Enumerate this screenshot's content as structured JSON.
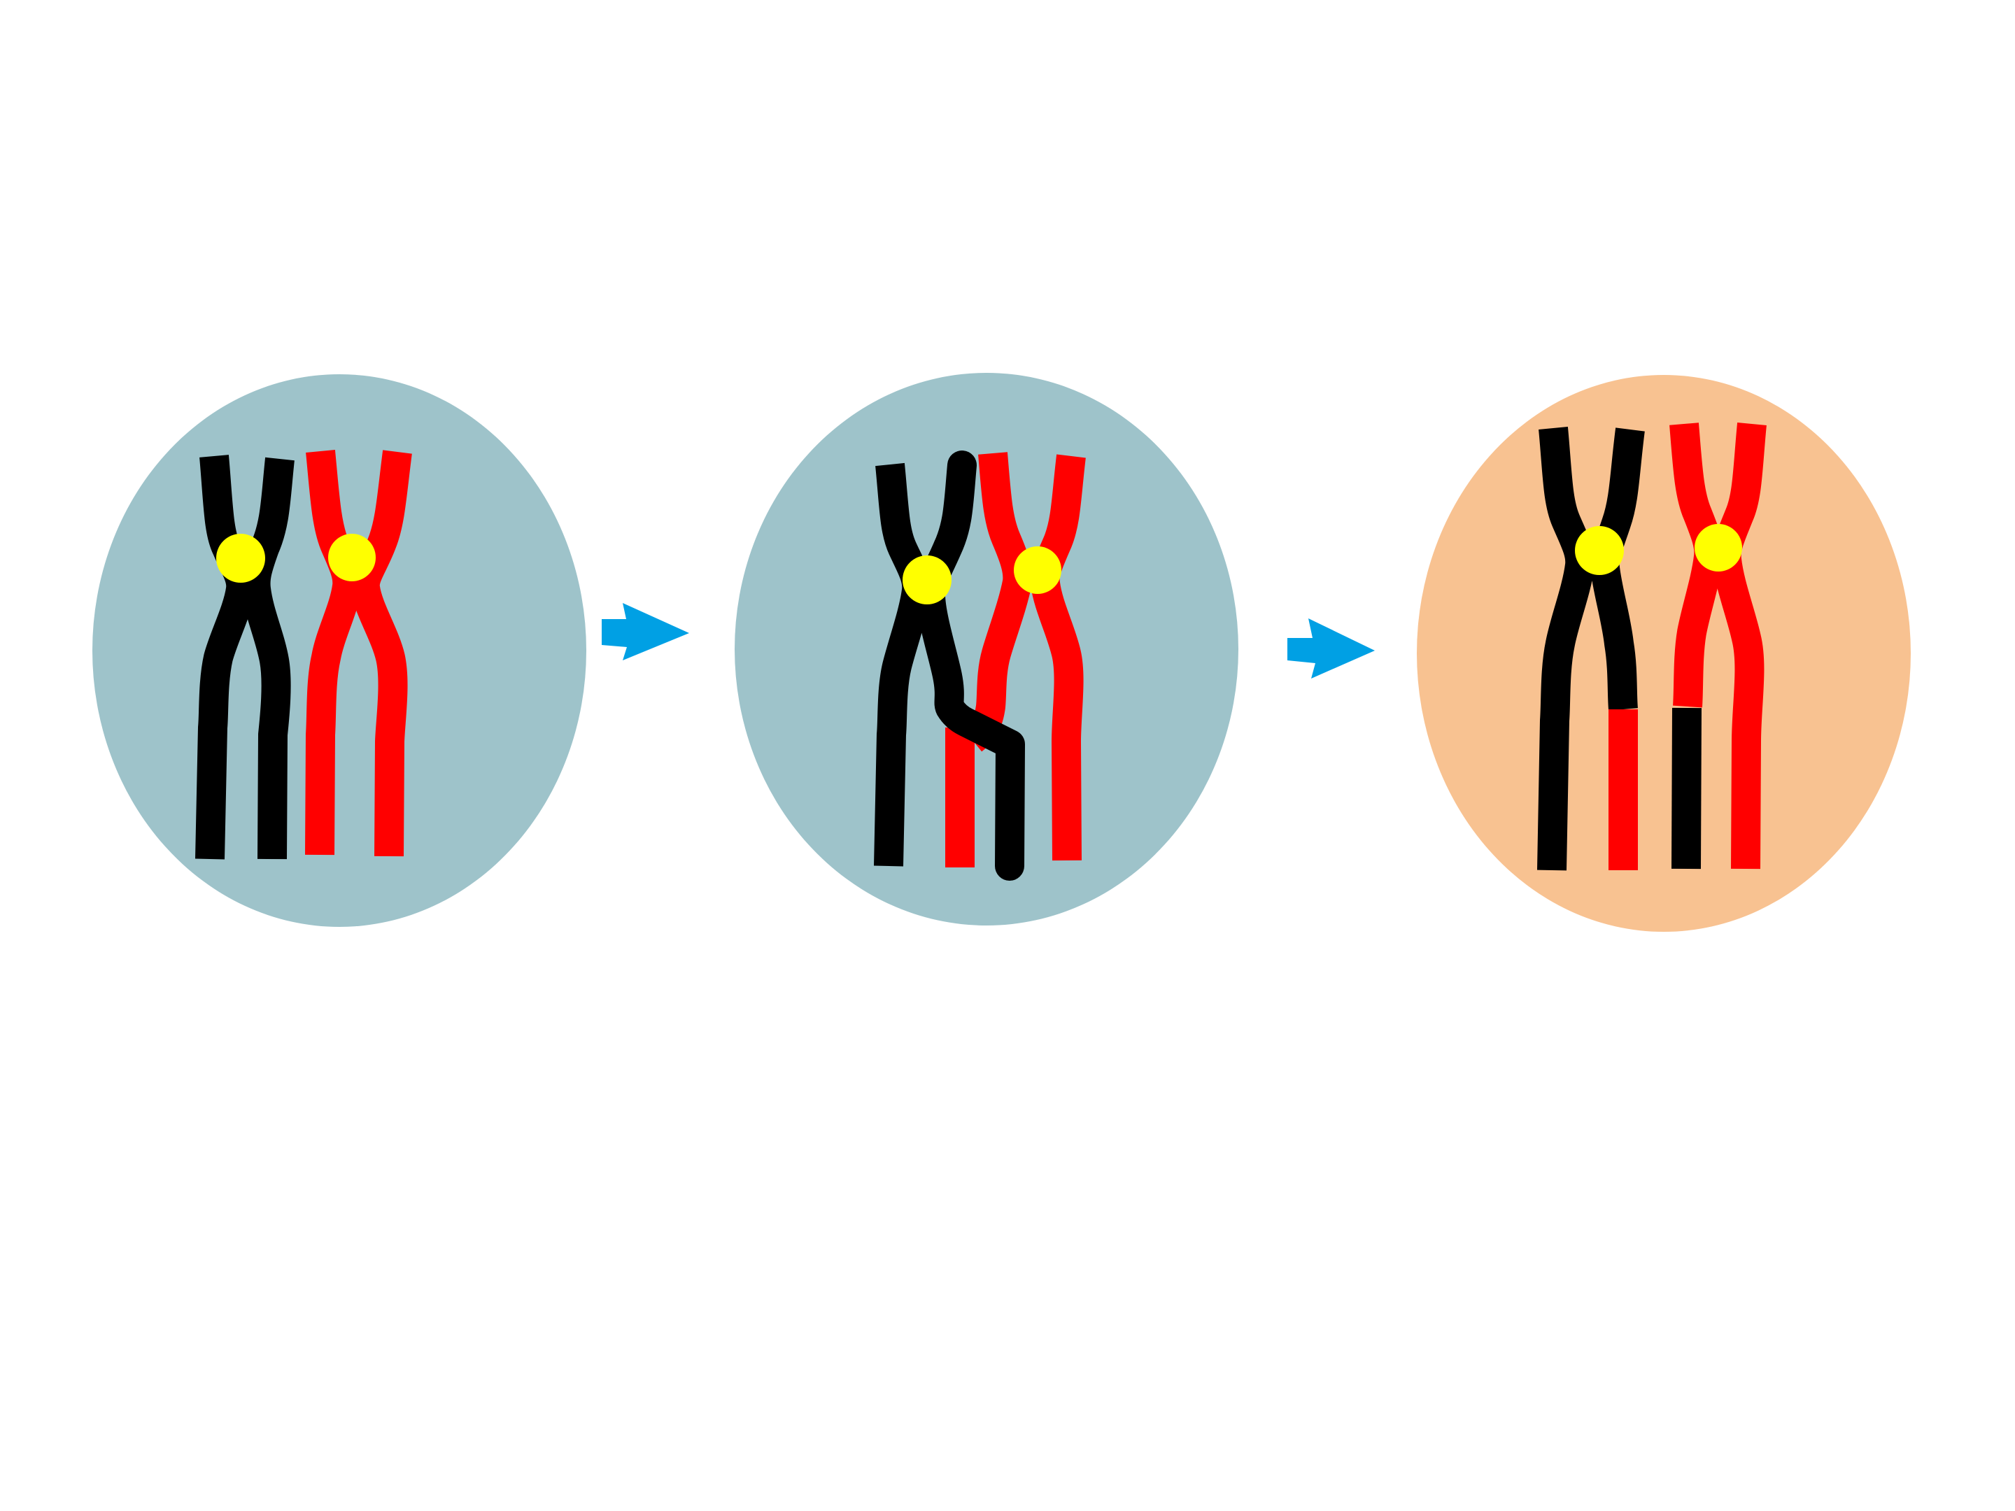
{
  "diagram": {
    "description_visible_text": [],
    "colors": {
      "cell_blue": "#9EC3CA",
      "cell_peach": "#F8C291",
      "maternal_chromosome": "#000000",
      "paternal_chromosome": "#FF0000",
      "centromere": "#FFFF00",
      "arrow": "#00A0E4"
    },
    "stages": [
      {
        "name": "homologous-pair",
        "cell_color": "cell_blue"
      },
      {
        "name": "crossing-over",
        "cell_color": "cell_blue"
      },
      {
        "name": "recombinant-chromatids",
        "cell_color": "cell_peach"
      }
    ],
    "arrows": [
      {
        "from": "homologous-pair",
        "to": "crossing-over",
        "icon": "arrow-right-icon"
      },
      {
        "from": "crossing-over",
        "to": "recombinant-chromatids",
        "icon": "arrow-right-icon"
      }
    ]
  }
}
